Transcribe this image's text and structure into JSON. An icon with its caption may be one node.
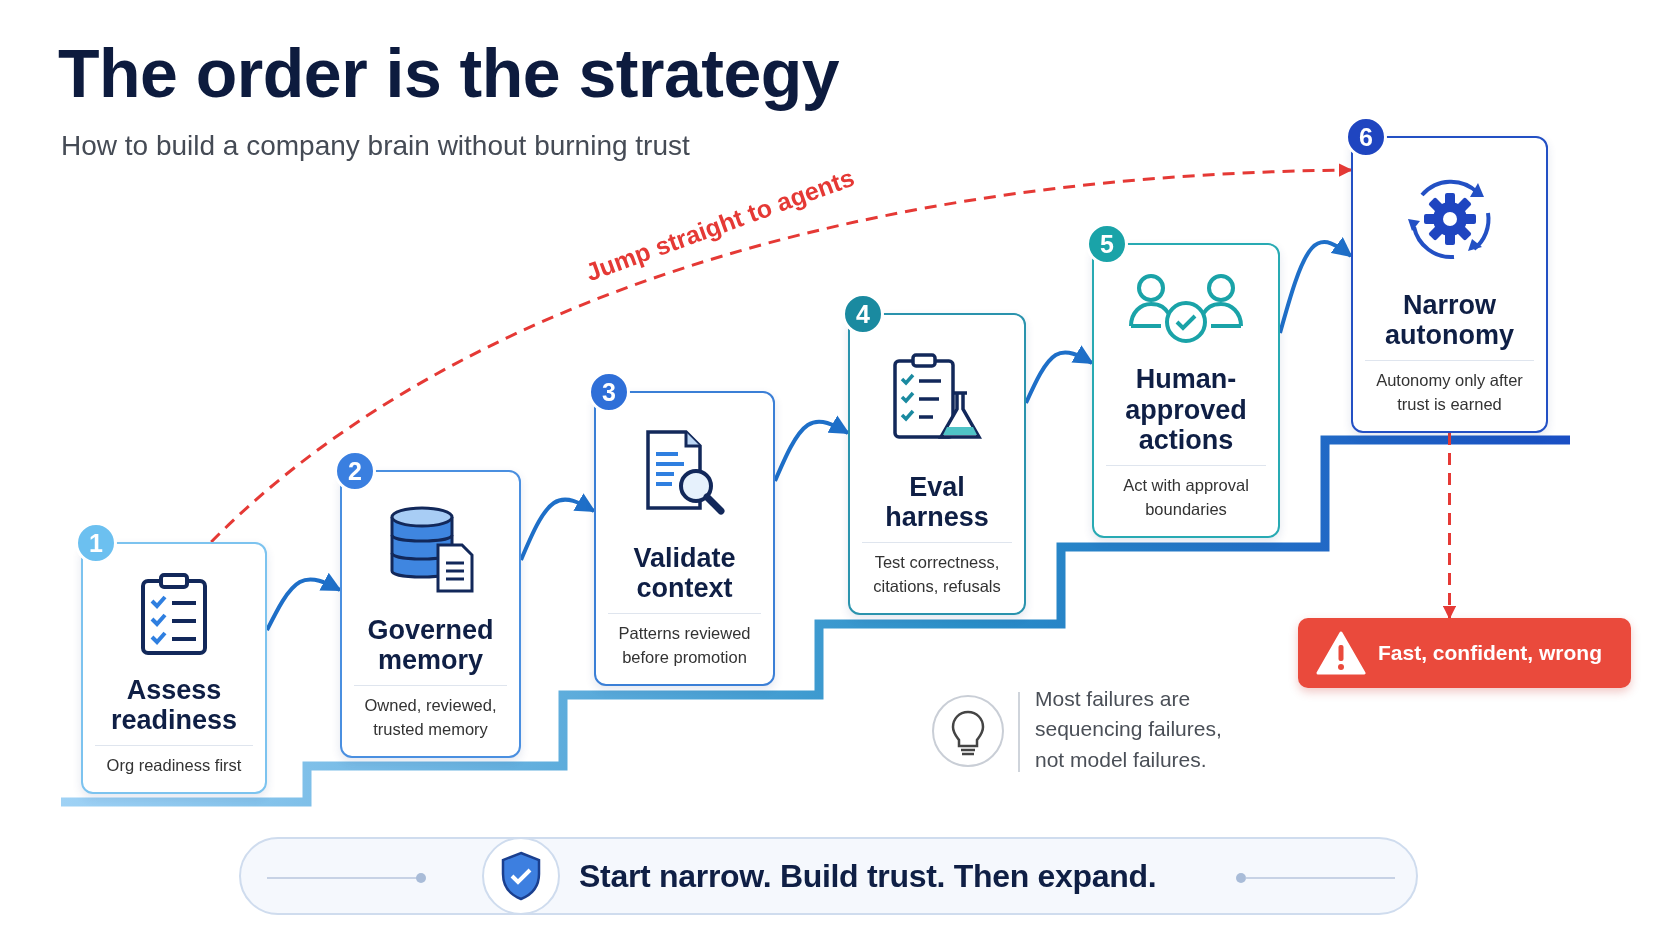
{
  "diagram": {
    "title": "The order is the strategy",
    "nodes": [
      {
        "text": [
          "1",
          "Assess readiness",
          "Org readiness first"
        ]
      },
      {
        "text": [
          "2",
          "Governed memory",
          "Owned, reviewed, trusted memory"
        ]
      },
      {
        "text": [
          "3",
          "Validate context",
          "Patterns reviewed before promotion"
        ]
      },
      {
        "text": [
          "4",
          "Eval harness",
          "Test correctness, citations, refusals"
        ]
      },
      {
        "text": [
          "5",
          "Human-approved actions",
          "Act with approval boundaries"
        ]
      },
      {
        "text": [
          "6",
          "Narrow autonomy",
          "Autonomy only after trust is earned"
        ]
      },
      {
        "text": [
          "Fast, confident, wrong"
        ]
      },
      {
        "text": [
          "Start narrow. Build trust. Then expand."
        ]
      }
    ],
    "edges": [
      {
        "from": 0,
        "to": 1,
        "arrow": "to"
      },
      {
        "from": 1,
        "to": 2,
        "arrow": "to"
      },
      {
        "from": 2,
        "to": 3,
        "arrow": "to"
      },
      {
        "from": 3,
        "to": 4,
        "arrow": "to"
      },
      {
        "from": 4,
        "to": 5,
        "arrow": "to"
      },
      {
        "from": 0,
        "to": 5,
        "arrow": "to",
        "label": "Jump straight to agents",
        "style": "dashed",
        "color": "#e53935"
      },
      {
        "from": 5,
        "to": 6,
        "arrow": "to",
        "style": "dashed",
        "color": "#e53935"
      }
    ],
    "labels": [
      "How to build a company brain without burning trust",
      "Most failures are sequencing failures, not model failures."
    ]
  }
}
